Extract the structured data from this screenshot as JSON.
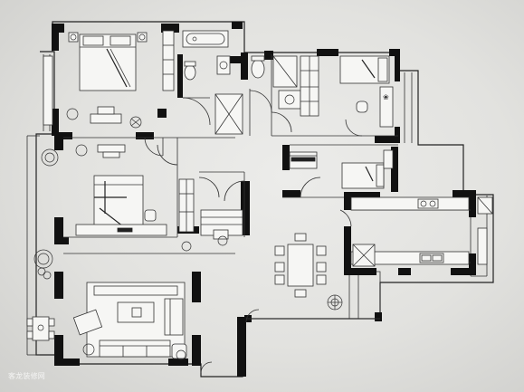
{
  "image": {
    "description_type": "photo-of-printed-floor-plan",
    "watermark": "客龙装修网"
  },
  "colors": {
    "paper": "#e6e6e3",
    "wall": "#111111",
    "line": "#333333"
  },
  "rooms": [
    {
      "id": "master-bedroom",
      "icon": "double-bed-icon"
    },
    {
      "id": "master-bathroom",
      "icon": "bathtub-icon"
    },
    {
      "id": "bedroom-2",
      "icon": "double-bed-icon"
    },
    {
      "id": "bedroom-3",
      "icon": "single-bed-icon"
    },
    {
      "id": "study",
      "icon": "desk-icon"
    },
    {
      "id": "living-room",
      "icon": "sofa-icon"
    },
    {
      "id": "dining",
      "icon": "dining-table-icon"
    },
    {
      "id": "kitchen",
      "icon": "stove-icon"
    },
    {
      "id": "balcony",
      "icon": "plant-icon"
    }
  ]
}
